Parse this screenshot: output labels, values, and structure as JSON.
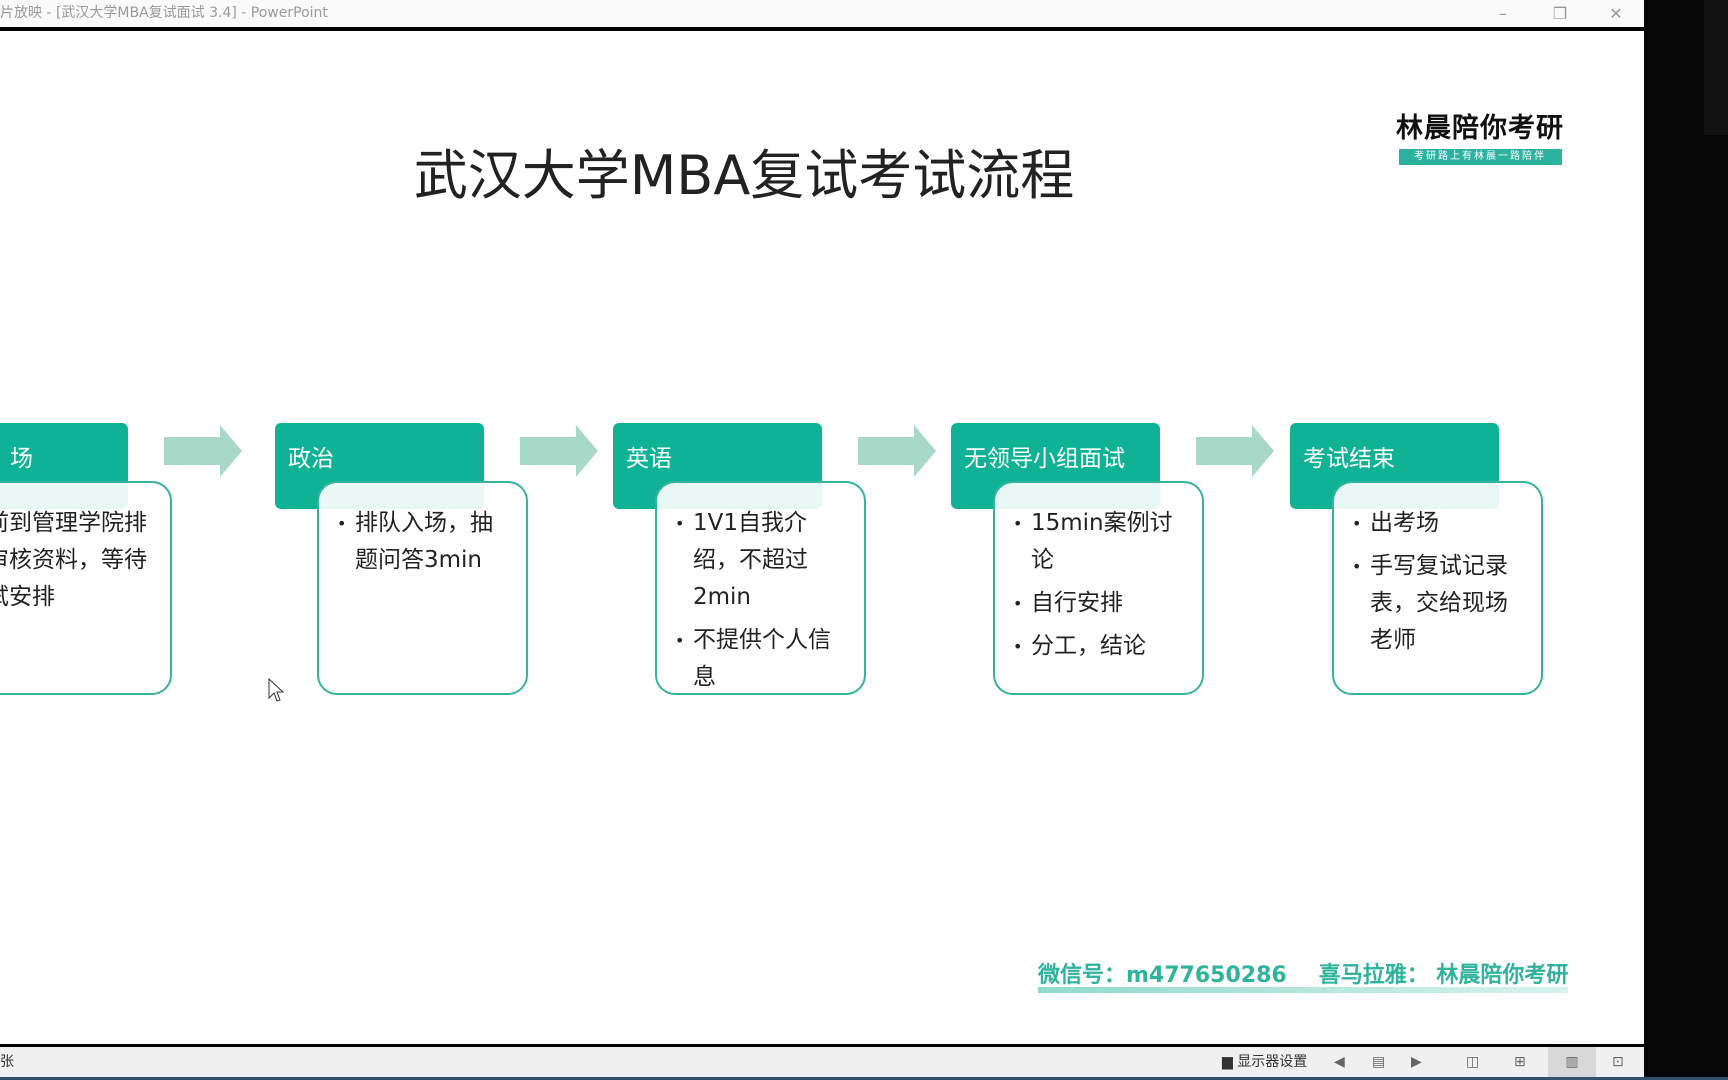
{
  "window": {
    "title": "片放映 - [武汉大学MBA复试面试 3.4] - PowerPoint",
    "minimize": "–",
    "restore": "❐",
    "close": "✕"
  },
  "slide": {
    "title": "武汉大学MBA复试考试流程",
    "logo": {
      "main": "林晨陪你考研",
      "sub": "考研路上有林晨一路陪伴"
    },
    "steps": [
      {
        "head": "场",
        "items": [
          "提前到管理学院排队审核资料，等待复试安排"
        ]
      },
      {
        "head": "政治",
        "items": [
          "排队入场，抽题问答3min"
        ]
      },
      {
        "head": "英语",
        "items": [
          "1V1自我介绍，不超过2min",
          "不提供个人信息"
        ]
      },
      {
        "head": "无领导小组面试",
        "items": [
          "15min案例讨论",
          "自行安排",
          "分工，结论"
        ]
      },
      {
        "head": "考试结束",
        "items": [
          "出考场",
          "手写复试记录表，交给现场老师"
        ]
      }
    ],
    "footer": {
      "wechat": "微信号：m477650286",
      "ximalaya": "喜马拉雅： 林晨陪你考研"
    },
    "colors": {
      "accent": "#0fb294",
      "arrow": "#a8d8c8",
      "border": "#35b39c"
    }
  },
  "statusbar": {
    "left": "张",
    "display_settings": "显示器设置"
  }
}
